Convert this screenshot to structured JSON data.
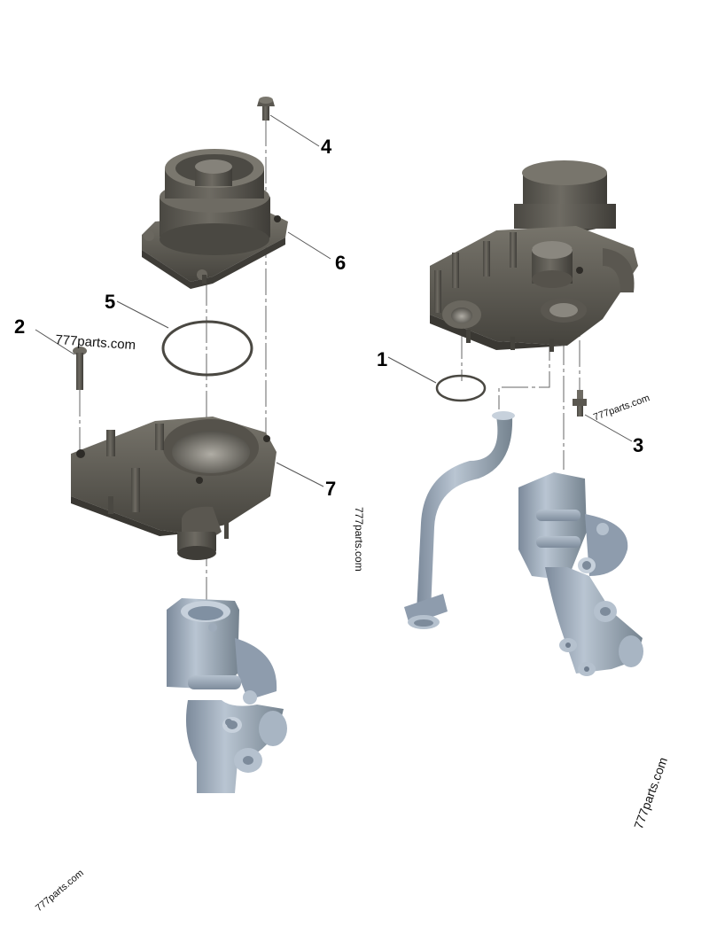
{
  "diagram": {
    "type": "exploded-parts-view",
    "subject": "water pump and thermostat housing assembly",
    "colors": {
      "background": "#ffffff",
      "dark_parts": "#5a5750",
      "dark_parts_shadow": "#3e3c37",
      "dark_parts_highlight": "#8a877f",
      "blue_parts": "#9aa8b8",
      "blue_parts_shadow": "#6f7d8e",
      "blue_parts_highlight": "#c7d1dc",
      "leader_line": "#555555",
      "callout_text": "#000000"
    },
    "callouts": [
      {
        "number": "1",
        "part": "o-ring (small, right)"
      },
      {
        "number": "2",
        "part": "long bolt"
      },
      {
        "number": "3",
        "part": "stud bolt"
      },
      {
        "number": "4",
        "part": "bolt"
      },
      {
        "number": "5",
        "part": "o-ring (large, left)"
      },
      {
        "number": "6",
        "part": "water pump"
      },
      {
        "number": "7",
        "part": "pump housing"
      }
    ],
    "watermarks": [
      {
        "text": "777parts.com",
        "position": "left-middle"
      },
      {
        "text": "777parts.com",
        "position": "center-vertical"
      },
      {
        "text": "777parts.com",
        "position": "right-middle"
      },
      {
        "text": "777parts.com",
        "position": "bottom-right"
      },
      {
        "text": "777parts.com",
        "position": "bottom-left"
      }
    ]
  }
}
